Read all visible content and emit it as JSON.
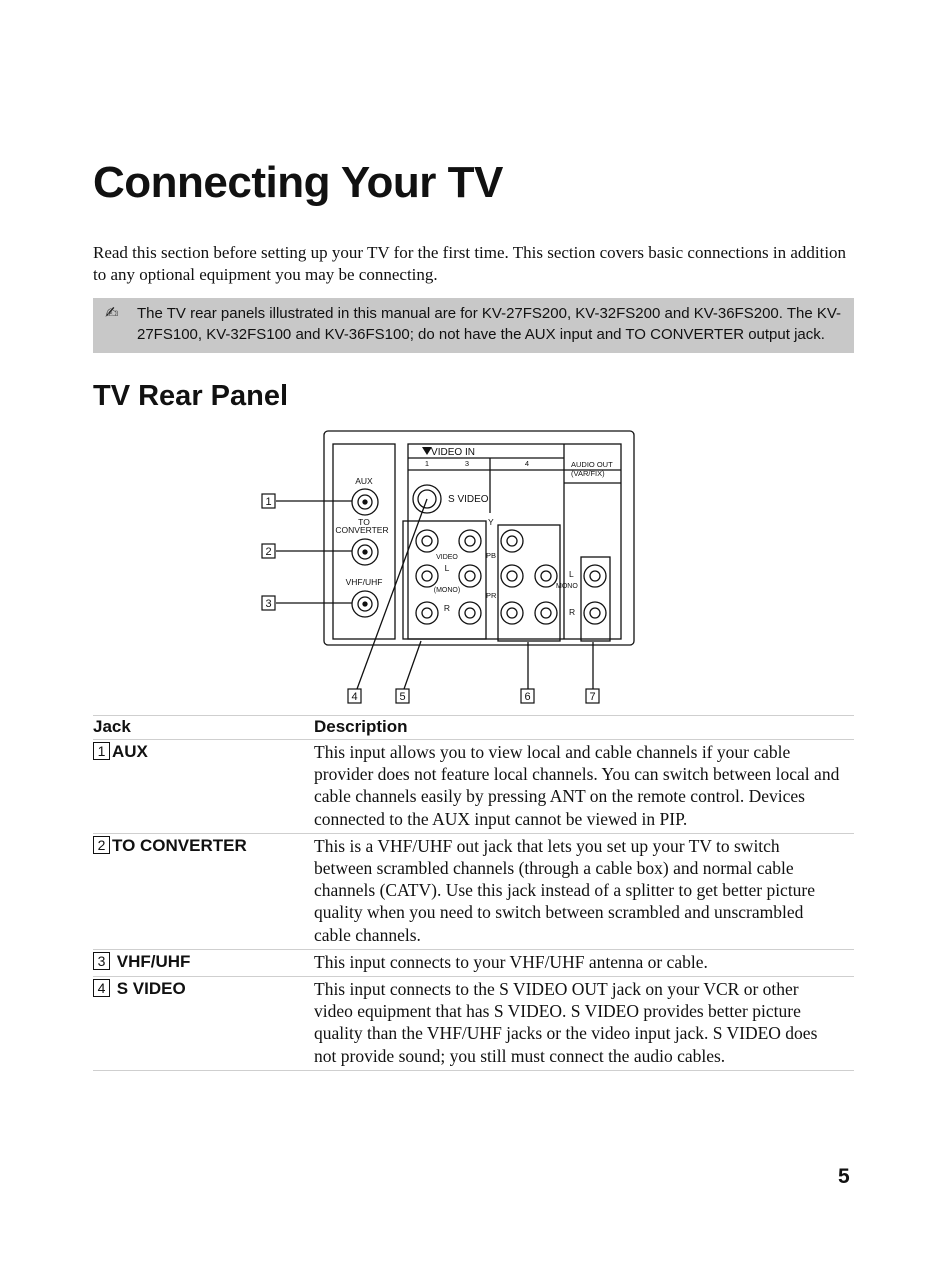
{
  "page": {
    "title": "Connecting Your TV",
    "intro": "Read this section before setting up your TV for the first time. This section covers basic connections in addition to any optional equipment you may be connecting.",
    "note": {
      "icon": "pencil-note-icon",
      "text": "The TV rear panels illustrated in this manual are for KV-27FS200, KV-32FS200 and KV-36FS200. The KV-27FS100, KV-32FS100 and KV-36FS100; do not have the AUX input and TO CONVERTER output jack."
    },
    "subtitle": "TV Rear Panel",
    "page_number": "5"
  },
  "diagram": {
    "video_in": "VIDEO IN",
    "col_1": "1",
    "col_3": "3",
    "col_4": "4",
    "audio_out": "AUDIO OUT",
    "var_fix": "(VAR/FIX)",
    "aux": "AUX",
    "to": "TO",
    "converter": "CONVERTER",
    "vhf_uhf": "VHF/UHF",
    "s_video": "S VIDEO",
    "video": "VIDEO",
    "l": "L",
    "r": "R",
    "mono": "(MONO)",
    "mono_short": "MONO",
    "y": "Y",
    "pb": "PB",
    "pr": "PR",
    "callouts": [
      "1",
      "2",
      "3",
      "4",
      "5",
      "6",
      "7"
    ]
  },
  "table": {
    "headers": {
      "jack": "Jack",
      "description": "Description"
    },
    "rows": [
      {
        "num": "1",
        "jack": "AUX",
        "description": "This input allows you to view local and cable channels if your cable provider does not feature local channels. You can switch between local and cable channels easily by pressing ANT on the remote control. Devices connected to the AUX input cannot be viewed in PIP."
      },
      {
        "num": "2",
        "jack": "TO CONVERTER",
        "description": "This is a VHF/UHF out jack that lets you set up your TV to switch between scrambled channels (through a cable box) and normal cable channels (CATV). Use this jack instead of a splitter to get better picture quality when you need to switch between scrambled and unscrambled cable channels."
      },
      {
        "num": "3",
        "jack": "VHF/UHF",
        "description": "This input connects to your VHF/UHF antenna or cable."
      },
      {
        "num": "4",
        "jack": "S VIDEO",
        "description": "This input connects to the S VIDEO OUT jack on your VCR or other video equipment that has S VIDEO. S VIDEO provides better picture quality than the VHF/UHF jacks or the video input jack. S VIDEO does not provide sound; you still must connect the audio cables."
      }
    ]
  }
}
